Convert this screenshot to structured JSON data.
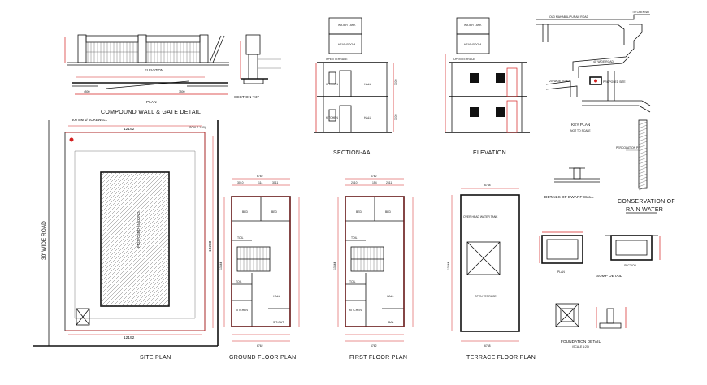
{
  "titles": {
    "compound_wall": "COMPOUND WALL & GATE DETAIL",
    "plan": "PLAN",
    "elevation_small": "ELEVATION",
    "section_xx": "SECTION 'XX'",
    "section_aa": "SECTION-AA",
    "elevation": "ELEVATION",
    "key_plan": "KEY PLAN",
    "key_plan_sub": "NOT TO SCALE",
    "site_plan": "SITE PLAN",
    "ground_floor": "GROUND FLOOR PLAN",
    "first_floor": "FIRST FLOOR PLAN",
    "terrace_floor": "TERRACE FLOOR PLAN",
    "dwarf_wall": "DETAILS OF DWARF WALL",
    "rain_water": "CONSERVATION OF",
    "rain_water_2": "RAIN WATER",
    "sump_detail": "SUMP DETAIL",
    "foundation": "FOUNDATION DETAIL",
    "foundation_sub": "(SCALE 1:20)"
  },
  "labels": {
    "water_tank": "WATER TANK",
    "head_room": "HEAD ROOM",
    "open_terrace": "OPEN TERRACE",
    "kitchen": "KITCHEN",
    "hall": "HALL",
    "bed": "BED",
    "toilet": "TOIL",
    "sitout": "SIT-OUT",
    "bal": "BAL",
    "proposed_building": "PROPOSED BUILDING",
    "proposed_site": "PROPOSED SITE",
    "road_wide": "30' WIDE ROAD",
    "overhead_tank": "OVER HEAD WATER TANK",
    "terrace_open": "OPEN TERRACE",
    "scale": "(SCALE 1:50)",
    "borewell": "300 MM Ø BOREWELL",
    "plan_sm": "PLAN",
    "section_sm": "SECTION",
    "road_40": "40' WIDE ROAD",
    "road_20": "20' WIDE ROAD",
    "main_road": "OLD MAHABALIPURAM ROAD",
    "percolation": "PERCOLATION PIT",
    "to_chennai": "TO CHENNAI",
    "elevation_lbl": "ELEVATION"
  },
  "dimensions": {
    "site_width": "12192",
    "site_depth": "18288",
    "plan_width": "6762",
    "plan_depth": "13344",
    "gf_a": "3010",
    "gf_b": "114",
    "gf_c": "3011",
    "ff_a": "2610",
    "ff_b": "154",
    "ff_c": "2611",
    "sec_h1": "3000",
    "sec_h2": "3000",
    "wall_a": "4500",
    "wall_b": "3500",
    "terrace_w": "6768"
  },
  "colors": {
    "line": "#111111",
    "accent": "#d42020",
    "background": "#ffffff"
  }
}
